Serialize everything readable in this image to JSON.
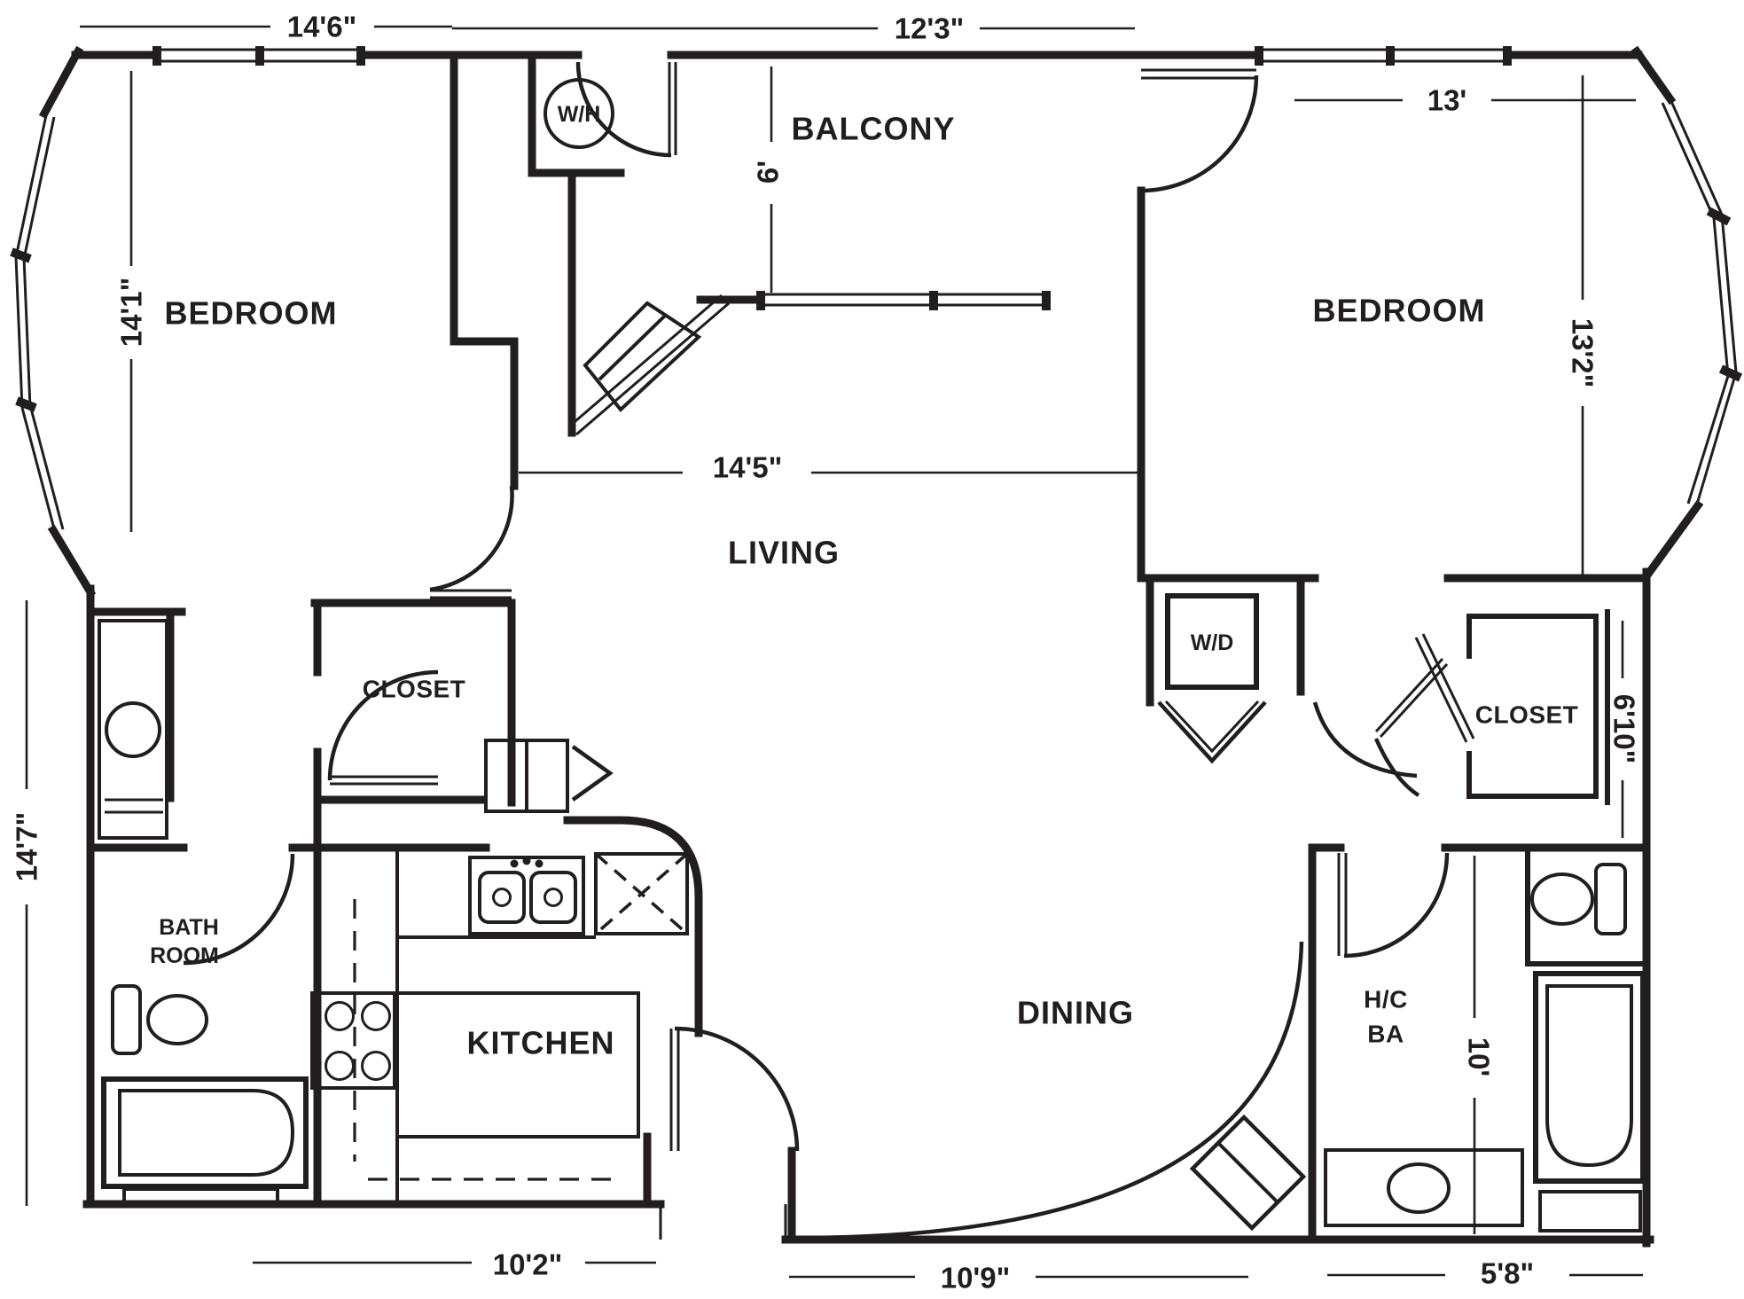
{
  "plan": {
    "type": "apartment-floor-plan",
    "line_color": "#221e1f",
    "background_color": "#ffffff",
    "labels": {
      "bedroom_left": "BEDROOM",
      "bedroom_right": "BEDROOM",
      "balcony": "BALCONY",
      "living": "LIVING",
      "closet_left": "CLOSET",
      "closet_right": "CLOSET",
      "bath_line1": "BATH",
      "bath_line2": "ROOM",
      "kitchen": "KITCHEN",
      "dining": "DINING",
      "hc_ba_line1": "H/C",
      "hc_ba_line2": "BA",
      "water_heater": "W/H",
      "washer_dryer": "W/D"
    },
    "dimensions": {
      "top_left_width": "14'6\"",
      "top_middle_width": "12'3\"",
      "top_right_width": "13'",
      "left_bedroom_height": "14'1\"",
      "balcony_depth": "6'",
      "right_bedroom_height": "13'2\"",
      "living_width": "14'5\"",
      "right_closet_height": "6'10\"",
      "left_side_height": "14'7\"",
      "right_bath_height": "10'",
      "bottom_left_width": "10'2\"",
      "bottom_middle_width": "10'9\"",
      "bottom_right_width": "5'8\""
    }
  }
}
